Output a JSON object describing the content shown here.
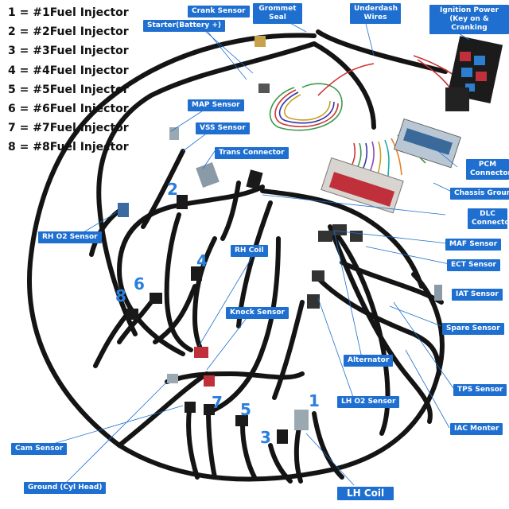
{
  "legend": [
    "1 = #1Fuel Injector",
    "2 = #2Fuel Injector",
    "3 = #3Fuel Injector",
    "4 = #4Fuel Injector",
    "5 = #5Fuel Injector",
    "6 = #6Fuel Injector",
    "7 = #7Fuel Injector",
    "8 = #8Fuel Injector"
  ],
  "labels": {
    "crank_sensor": "Crank Sensor",
    "grommet_seal": "Grommet Seal",
    "underdash_wires": "Underdash Wires",
    "ignition_power": "Ignition Power (Key on & Cranking",
    "starter": "Starter(Battery +)",
    "map_sensor": "MAP Sensor",
    "vss_sensor": "VSS Sensor",
    "trans_connector": "Trans Connector",
    "pcm_connectors": "PCM Connectors",
    "chassis_ground": "Chassis Ground",
    "rh_o2_sensor": "RH O2 Sensor",
    "dlc_connector": "DLC Connector",
    "maf_sensor": "MAF Sensor",
    "rh_coil": "RH Coil",
    "ect_sensor": "ECT Sensor",
    "iat_sensor": "IAT Sensor",
    "knock_sensor": "Knock Sensor",
    "spare_sensor": "Spare Sensor",
    "alternator": "Alternator",
    "tps_sensor": "TPS Sensor",
    "lh_o2_sensor": "LH O2 Sensor",
    "iac_monter": "IAC Monter",
    "cam_sensor": "Cam Sensor",
    "ground_cyl_head": "Ground (Cyl Head)",
    "lh_coil": "LH Coil"
  },
  "numbers": {
    "n1": "1",
    "n2": "2",
    "n3": "3",
    "n4": "4",
    "n5": "5",
    "n6": "6",
    "n7": "7",
    "n8": "8"
  },
  "colors": {
    "label_bg": "#1e6fd0",
    "number_text": "#2a7fde",
    "wire": "#141414"
  }
}
